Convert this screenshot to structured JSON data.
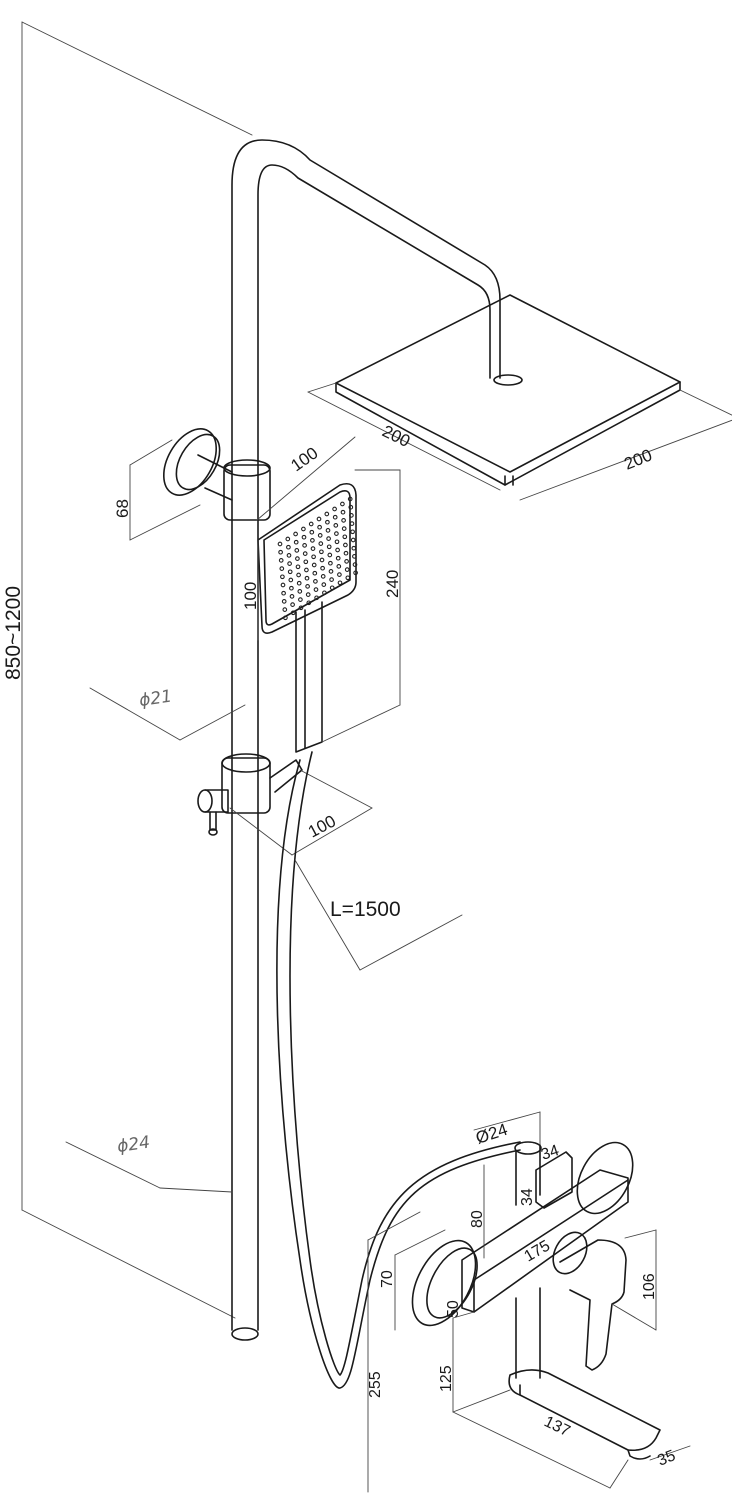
{
  "labels": {
    "total_height": "850~1200",
    "head_width": "200",
    "head_depth": "200",
    "hand_width": "100",
    "hand_height": "100",
    "hand_length": "240",
    "bracket_offset": "68",
    "rail_diameter_upper": "ϕ21",
    "slider_offset": "100",
    "hose_length": "L=1500",
    "rail_diameter_lower": "ϕ24",
    "spout_diameter": "Ø24",
    "div_size": "34",
    "div_height": "34",
    "mixer_height": "80",
    "mixer_width": "175",
    "flange_depth": "70",
    "flange_thick": "50",
    "lever_height": "106",
    "outlet_height": "125",
    "spout_drop": "255",
    "spout_length": "137",
    "spout_thick": "35"
  }
}
